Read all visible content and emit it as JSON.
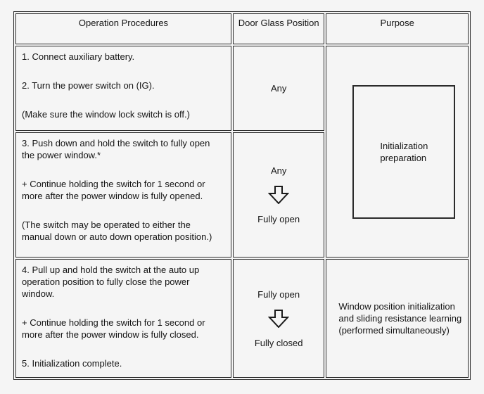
{
  "page": {
    "background_color": "#f5f5f5",
    "border_color": "#2b2b2b",
    "text_color": "#141414"
  },
  "table": {
    "headers": [
      "Operation Procedures",
      "Door Glass Position",
      "Purpose"
    ],
    "rows": [
      {
        "procedures": [
          "1. Connect auxiliary battery.",
          "2. Turn the power switch on (IG).",
          "(Make sure the window lock switch is off.)"
        ],
        "door_glass_position": [
          "Any"
        ]
      },
      {
        "procedures": [
          "3. Push down and hold the switch to fully open the power window.*",
          "+ Continue holding the switch for 1 second or more after the power window is fully opened.",
          "(The switch may be operated to either the manual down or auto down operation position.)"
        ],
        "door_glass_position": [
          "Any",
          "Fully open"
        ]
      },
      {
        "procedures": [
          "4. Pull up and hold the switch at the auto up operation position to fully close the power window.",
          "+ Continue holding the switch for 1 second or more after the power window is fully closed.",
          "5. Initialization complete."
        ],
        "door_glass_position": [
          "Fully open",
          "Fully closed"
        ]
      }
    ],
    "purposes": [
      {
        "spans_rows": "1-2",
        "boxed": true,
        "lines": [
          "Initialization",
          "preparation"
        ]
      },
      {
        "spans_rows": "3",
        "boxed": false,
        "lines": [
          "Window position initialization",
          "and sliding resistance learning",
          "(performed simultaneously)"
        ]
      }
    ],
    "arrow_icon": "down-arrow"
  }
}
